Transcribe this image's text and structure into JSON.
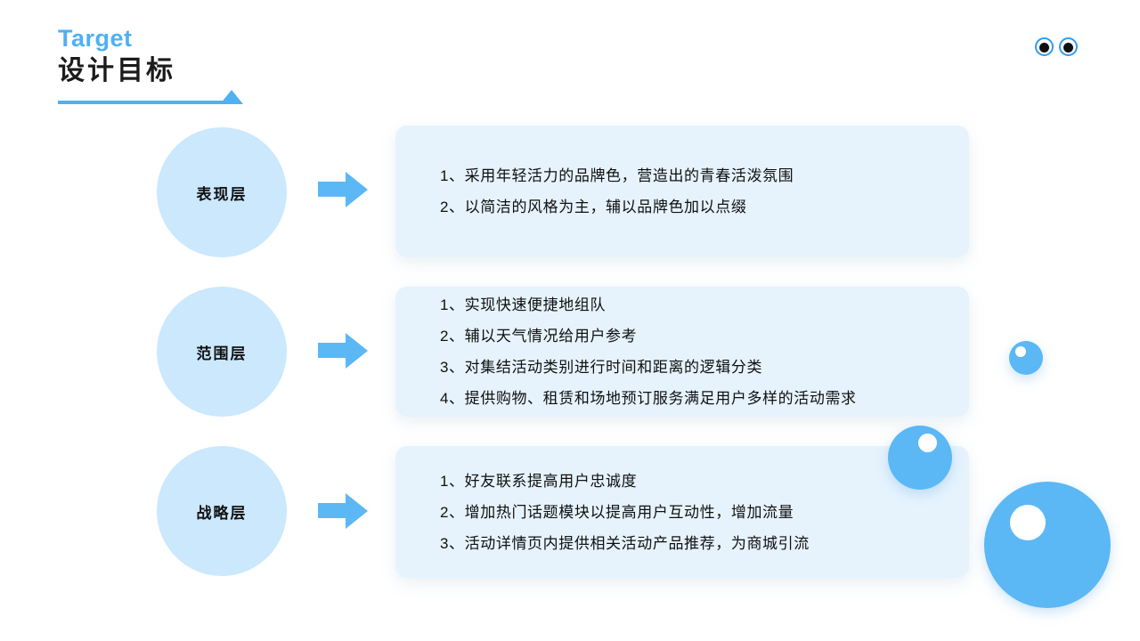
{
  "header": {
    "title_en": "Target",
    "title_cn": "设计目标"
  },
  "decor": {
    "eye_left": "eye-icon",
    "eye_right": "eye-icon",
    "accent_color": "#5bb8f5",
    "bubble_color": "#cbe8fd",
    "panel_color": "#e6f3fd",
    "title_blue": "#4fb0f2"
  },
  "rows": [
    {
      "label": "表现层",
      "arrow": "arrow-right-icon",
      "lines": [
        "1、采用年轻活力的品牌色，营造出的青春活泼氛围",
        "2、以简洁的风格为主，辅以品牌色加以点缀"
      ]
    },
    {
      "label": "范围层",
      "arrow": "arrow-right-icon",
      "lines": [
        "1、实现快速便捷地组队",
        "2、辅以天气情况给用户参考",
        "3、对集结活动类别进行时间和距离的逻辑分类",
        "4、提供购物、租赁和场地预订服务满足用户多样的活动需求"
      ]
    },
    {
      "label": "战略层",
      "arrow": "arrow-right-icon",
      "lines": [
        "1、好友联系提高用户忠诚度",
        "2、增加热门话题模块以提高用户互动性，增加流量",
        "3、活动详情页内提供相关活动产品推荐，为商城引流"
      ]
    }
  ]
}
